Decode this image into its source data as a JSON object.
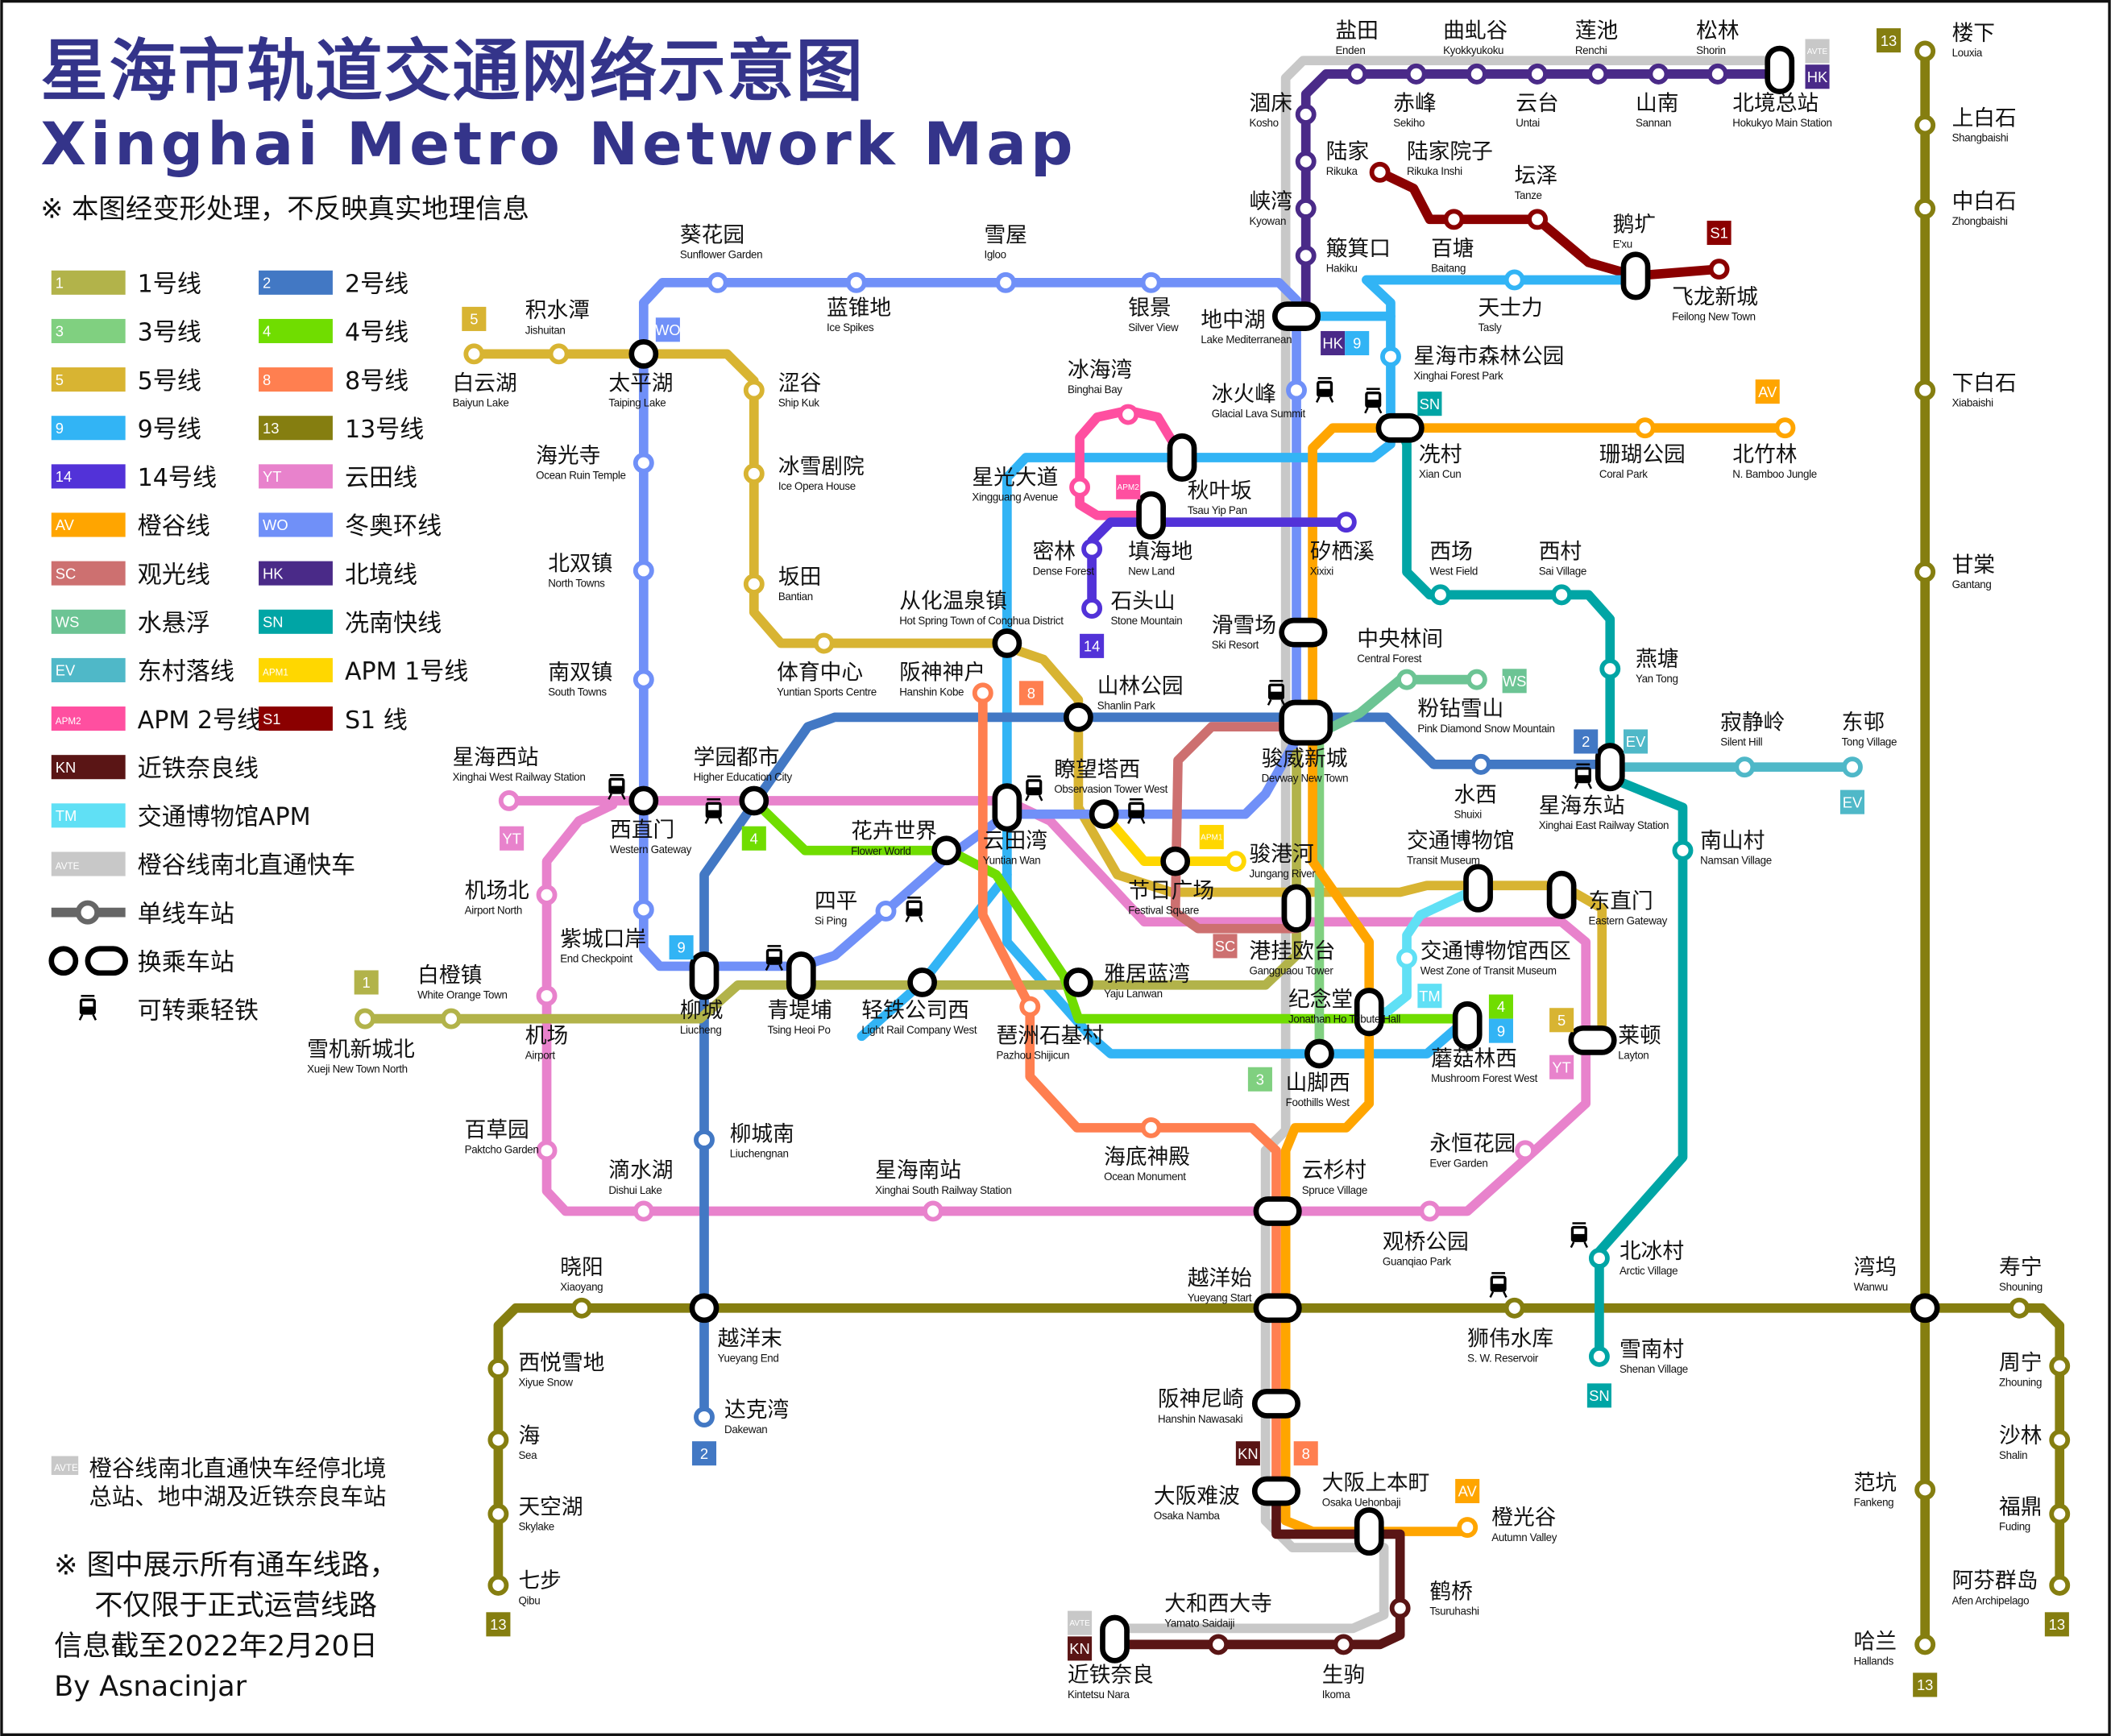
{
  "title": {
    "zh": "星海市轨道交通网络示意图",
    "en": "Xinghai Metro Network Map",
    "disclaimer": "※ 本图经变形处理，不反映真实地理信息"
  },
  "lines": [
    {
      "code": "1",
      "name": "1号线",
      "color": "#b2b34a"
    },
    {
      "code": "2",
      "name": "2号线",
      "color": "#4278c4"
    },
    {
      "code": "3",
      "name": "3号线",
      "color": "#80d080"
    },
    {
      "code": "4",
      "name": "4号线",
      "color": "#70dd00"
    },
    {
      "code": "5",
      "name": "5号线",
      "color": "#d8b432"
    },
    {
      "code": "8",
      "name": "8号线",
      "color": "#ff7f50"
    },
    {
      "code": "9",
      "name": "9号线",
      "color": "#32b4f5"
    },
    {
      "code": "13",
      "name": "13号线",
      "color": "#857e10"
    },
    {
      "code": "14",
      "name": "14号线",
      "color": "#5232d8"
    },
    {
      "code": "YT",
      "name": "云田线",
      "color": "#e882cc"
    },
    {
      "code": "AV",
      "name": "橙谷线",
      "color": "#ffa500"
    },
    {
      "code": "WO",
      "name": "冬奥环线",
      "color": "#7090f8"
    },
    {
      "code": "SC",
      "name": "观光线",
      "color": "#cd7070"
    },
    {
      "code": "HK",
      "name": "北境线",
      "color": "#4a2a88"
    },
    {
      "code": "WS",
      "name": "水悬浮",
      "color": "#6cc494"
    },
    {
      "code": "SN",
      "name": "冼南快线",
      "color": "#00a5a5"
    },
    {
      "code": "EV",
      "name": "东村落线",
      "color": "#4fb8c8"
    },
    {
      "code": "APM1",
      "name": "APM 1号线",
      "color": "#ffd700"
    },
    {
      "code": "APM2",
      "name": "APM 2号线",
      "color": "#ff4fa0"
    },
    {
      "code": "S1",
      "name": "S1 线",
      "color": "#8b0000"
    },
    {
      "code": "KN",
      "name": "近铁奈良线",
      "color": "#5a1515"
    },
    {
      "code": "TM",
      "name": "交通博物馆APM",
      "color": "#60e0f5"
    },
    {
      "code": "AVTE",
      "name": "橙谷线南北直通快车",
      "color": "#c8c8c8"
    }
  ],
  "legend_symbols": {
    "single": "单线车站",
    "interchange": "换乘车站",
    "lightrail": "可转乘轻铁"
  },
  "stations": {
    "yantian": {
      "zh": "盐田",
      "en": "Enden"
    },
    "chifeng": {
      "zh": "赤峰",
      "en": "Sekiho"
    },
    "qiuqiugu": {
      "zh": "曲虬谷",
      "en": "Kyokkyukoku"
    },
    "yuntai": {
      "zh": "云台",
      "en": "Untai"
    },
    "lianchi": {
      "zh": "莲池",
      "en": "Renchi"
    },
    "shannan": {
      "zh": "山南",
      "en": "Sannan"
    },
    "songlin": {
      "zh": "松林",
      "en": "Shorin"
    },
    "beijing": {
      "zh": "北境总站",
      "en": "Hokukyo Main Station"
    },
    "hechuang": {
      "zh": "涸床",
      "en": "Kosho"
    },
    "lujia": {
      "zh": "陆家",
      "en": "Rikuka"
    },
    "xiawan": {
      "zh": "峡湾",
      "en": "Kyowan"
    },
    "bojikou": {
      "zh": "簸箕口",
      "en": "Hakiku"
    },
    "dizhonghu": {
      "zh": "地中湖",
      "en": "Lake Mediterranean"
    },
    "lujiayuanzi": {
      "zh": "陆家院子",
      "en": "Rikuka Inshi"
    },
    "baitang": {
      "zh": "百塘",
      "en": "Baitang"
    },
    "tanze": {
      "zh": "坛泽",
      "en": "Tanze"
    },
    "echeng": {
      "zh": "鹅圹",
      "en": "E'xu"
    },
    "feilong": {
      "zh": "飞龙新城",
      "en": "Feilong New Town"
    },
    "kuihuayuan": {
      "zh": "葵花园",
      "en": "Sunflower Garden"
    },
    "lanzhuidi": {
      "zh": "蓝锥地",
      "en": "Ice Spikes"
    },
    "xuewu": {
      "zh": "雪屋",
      "en": "Igloo"
    },
    "yinjing": {
      "zh": "银景",
      "en": "Silver View"
    },
    "tianshili": {
      "zh": "天士力",
      "en": "Tasly"
    },
    "senlin": {
      "zh": "星海市森林公园",
      "en": "Xinghai Forest Park"
    },
    "binghuofeng": {
      "zh": "冰火峰",
      "en": "Glacial Lava Summit"
    },
    "xiancun": {
      "zh": "冼村",
      "en": "Xian Cun"
    },
    "shanhu": {
      "zh": "珊瑚公园",
      "en": "Coral Park"
    },
    "beizhulin": {
      "zh": "北竹林",
      "en": "N. Bamboo Jungle"
    },
    "binghaiwan": {
      "zh": "冰海湾",
      "en": "Binghai Bay"
    },
    "qiuyeban": {
      "zh": "秋叶坂",
      "en": "Tsau Yip Pan"
    },
    "xingguang": {
      "zh": "星光大道",
      "en": "Xingguang Avenue"
    },
    "tianhaidi": {
      "zh": "填海地",
      "en": "New Land"
    },
    "xixixi": {
      "zh": "矽栖溪",
      "en": "Xixixi"
    },
    "milin": {
      "zh": "密林",
      "en": "Dense Forest"
    },
    "shitoushan": {
      "zh": "石头山",
      "en": "Stone Mountain"
    },
    "xichang": {
      "zh": "西场",
      "en": "West Field"
    },
    "xicun": {
      "zh": "西村",
      "en": "Sai Village"
    },
    "yantang": {
      "zh": "燕塘",
      "en": "Yan Tong"
    },
    "huaxuechang": {
      "zh": "滑雪场",
      "en": "Ski Resort"
    },
    "zhongyang": {
      "zh": "中央林间",
      "en": "Central Forest"
    },
    "fenzuan": {
      "zh": "粉钻雪山",
      "en": "Pink Diamond Snow Mountain"
    },
    "congua": {
      "zh": "从化温泉镇",
      "en": "Hot Spring Town of Conghua District"
    },
    "tiyu": {
      "zh": "体育中心",
      "en": "Yuntian Sports Centre"
    },
    "banshen": {
      "zh": "阪神神户",
      "en": "Hanshin Kobe"
    },
    "shanlin": {
      "zh": "山林公园",
      "en": "Shanlin Park"
    },
    "junwei": {
      "zh": "骏威新城",
      "en": "Devway New Town"
    },
    "shuixi": {
      "zh": "水西",
      "en": "Shuixi"
    },
    "xinghaidong": {
      "zh": "星海东站",
      "en": "Xinghai East Railway Station"
    },
    "jijingling": {
      "zh": "寂静岭",
      "en": "Silent Hill"
    },
    "dongcun": {
      "zh": "东邨",
      "en": "Tong Village"
    },
    "baiyunhu": {
      "zh": "白云湖",
      "en": "Baiyun Lake"
    },
    "jishuitan": {
      "zh": "积水潭",
      "en": "Jishuitan"
    },
    "taipinghu": {
      "zh": "太平湖",
      "en": "Taiping Lake"
    },
    "segu": {
      "zh": "涩谷",
      "en": "Ship Kuk"
    },
    "haiguangsi": {
      "zh": "海光寺",
      "en": "Ocean Ruin Temple"
    },
    "bingxue": {
      "zh": "冰雪剧院",
      "en": "Ice Opera House"
    },
    "beishuang": {
      "zh": "北双镇",
      "en": "North Towns"
    },
    "bantian": {
      "zh": "坂田",
      "en": "Bantian"
    },
    "nanshuang": {
      "zh": "南双镇",
      "en": "South Towns"
    },
    "xinghaixi": {
      "zh": "星海西站",
      "en": "Xinghai West Railway Station"
    },
    "xizhimen": {
      "zh": "西直门",
      "en": "Western Gateway"
    },
    "xueyuan": {
      "zh": "学园都市",
      "en": "Higher Education City"
    },
    "yuntianwan": {
      "zh": "云田湾",
      "en": "Yuntian Wan"
    },
    "liaowang": {
      "zh": "瞭望塔西",
      "en": "Observasion Tower West"
    },
    "huahui": {
      "zh": "花卉世界",
      "en": "Flower World"
    },
    "junganghe": {
      "zh": "骏港河",
      "en": "Jungang River"
    },
    "jieri": {
      "zh": "节日广场",
      "en": "Festival Square"
    },
    "nanshancun": {
      "zh": "南山村",
      "en": "Namsan Village"
    },
    "jiaotong": {
      "zh": "交通博物馆",
      "en": "Transit Museum"
    },
    "dongzhimen": {
      "zh": "东直门",
      "en": "Eastern Gateway"
    },
    "siping": {
      "zh": "四平",
      "en": "Si Ping"
    },
    "jichangbei": {
      "zh": "机场北",
      "en": "Airport North"
    },
    "zicheng": {
      "zh": "紫城口岸",
      "en": "End Checkpoint"
    },
    "ganggua": {
      "zh": "港挂欧台",
      "en": "Gangguaou Tower"
    },
    "jiaotongxiqu": {
      "zh": "交通博物馆西区",
      "en": "West Zone of Transit Museum"
    },
    "liucheng": {
      "zh": "柳城",
      "en": "Liucheng"
    },
    "qingdipu": {
      "zh": "青堤埔",
      "en": "Tsing Heoi Po"
    },
    "qingtie": {
      "zh": "轻铁公司西",
      "en": "Light Rail Company West"
    },
    "yaju": {
      "zh": "雅居蓝湾",
      "en": "Yaju Lanwan"
    },
    "jinian": {
      "zh": "纪念堂",
      "en": "Jonathan Ho Tribute Hall"
    },
    "moguli": {
      "zh": "蘑菇林西",
      "en": "Mushroom Forest West"
    },
    "laidun": {
      "zh": "莱顿",
      "en": "Layton"
    },
    "pazhou": {
      "zh": "琶洲石基村",
      "en": "Pazhou Shijicun"
    },
    "shanjiaoxi": {
      "zh": "山脚西",
      "en": "Foothills West"
    },
    "baicheng": {
      "zh": "白橙镇",
      "en": "White Orange Town"
    },
    "xueji": {
      "zh": "雪机新城北",
      "en": "Xueji New Town North"
    },
    "jichang": {
      "zh": "机场",
      "en": "Airport"
    },
    "baicaoyuan": {
      "zh": "百草园",
      "en": "Paktcho Garden"
    },
    "liuchengnan": {
      "zh": "柳城南",
      "en": "Liuchengnan"
    },
    "haidi": {
      "zh": "海底神殿",
      "en": "Ocean Monument"
    },
    "yunshan": {
      "zh": "云杉村",
      "en": "Spruce Village"
    },
    "yongheng": {
      "zh": "永恒花园",
      "en": "Ever Garden"
    },
    "guanqiao": {
      "zh": "观桥公园",
      "en": "Guanqiao Park"
    },
    "dishuihu": {
      "zh": "滴水湖",
      "en": "Dishui Lake"
    },
    "xinghainan": {
      "zh": "星海南站",
      "en": "Xinghai South Railway Station"
    },
    "beibingcun": {
      "zh": "北冰村",
      "en": "Arctic Village"
    },
    "xiaoyang": {
      "zh": "晓阳",
      "en": "Xiaoyang"
    },
    "yueyangmo": {
      "zh": "越洋末",
      "en": "Yueyang End"
    },
    "yueyangshi": {
      "zh": "越洋始",
      "en": "Yueyang Start"
    },
    "shiwei": {
      "zh": "狮伟水库",
      "en": "S. W. Reservoir"
    },
    "wanwu": {
      "zh": "湾坞",
      "en": "Wanwu"
    },
    "shouning": {
      "zh": "寿宁",
      "en": "Shouning"
    },
    "xiyue": {
      "zh": "西悦雪地",
      "en": "Xiyue Snow"
    },
    "xuenancun": {
      "zh": "雪南村",
      "en": "Shenan Village"
    },
    "zhouning": {
      "zh": "周宁",
      "en": "Zhouning"
    },
    "dakewan": {
      "zh": "达克湾",
      "en": "Dakewan"
    },
    "haishenniqi": {
      "zh": "阪神尼崎",
      "en": "Hanshin Nawasaki"
    },
    "hai": {
      "zh": "海",
      "en": "Sea"
    },
    "shalin": {
      "zh": "沙林",
      "en": "Shalin"
    },
    "dabannanba": {
      "zh": "大阪难波",
      "en": "Osaka Namba"
    },
    "fankeng": {
      "zh": "范坑",
      "en": "Fankeng"
    },
    "tiankonghu": {
      "zh": "天空湖",
      "en": "Skylake"
    },
    "fuding": {
      "zh": "福鼎",
      "en": "Fuding"
    },
    "dabanshangben": {
      "zh": "大阪上本町",
      "en": "Osaka Uehonbaji"
    },
    "chengguanggu": {
      "zh": "橙光谷",
      "en": "Autumn Valley"
    },
    "qibu": {
      "zh": "七步",
      "en": "Qibu"
    },
    "afen": {
      "zh": "阿芬群岛",
      "en": "Afen Archipelago"
    },
    "heqiao": {
      "zh": "鹤桥",
      "en": "Tsuruhashi"
    },
    "yamato": {
      "zh": "大和西大寺",
      "en": "Yamato Saidaiji"
    },
    "shengju": {
      "zh": "生驹",
      "en": "Ikoma"
    },
    "nara": {
      "zh": "近铁奈良",
      "en": "Kintetsu Nara"
    },
    "louxia": {
      "zh": "楼下",
      "en": "Louxia"
    },
    "shangbaishi": {
      "zh": "上白石",
      "en": "Shangbaishi"
    },
    "zhongbaishi": {
      "zh": "中白石",
      "en": "Zhongbaishi"
    },
    "xiabaishi": {
      "zh": "下白石",
      "en": "Xiabaishi"
    },
    "gantang": {
      "zh": "甘棠",
      "en": "Gantang"
    },
    "halan": {
      "zh": "哈兰",
      "en": "Hallands"
    }
  },
  "notes": {
    "avte_line1": "橙谷线南北直通快车经停北境",
    "avte_line2": "总站、地中湖及近铁奈良车站",
    "scope_line1": "※ 图中展示所有通车线路，",
    "scope_line2": "不仅限于正式运营线路",
    "date": "信息截至2022年2月20日",
    "author": "By Asnacinjar"
  }
}
